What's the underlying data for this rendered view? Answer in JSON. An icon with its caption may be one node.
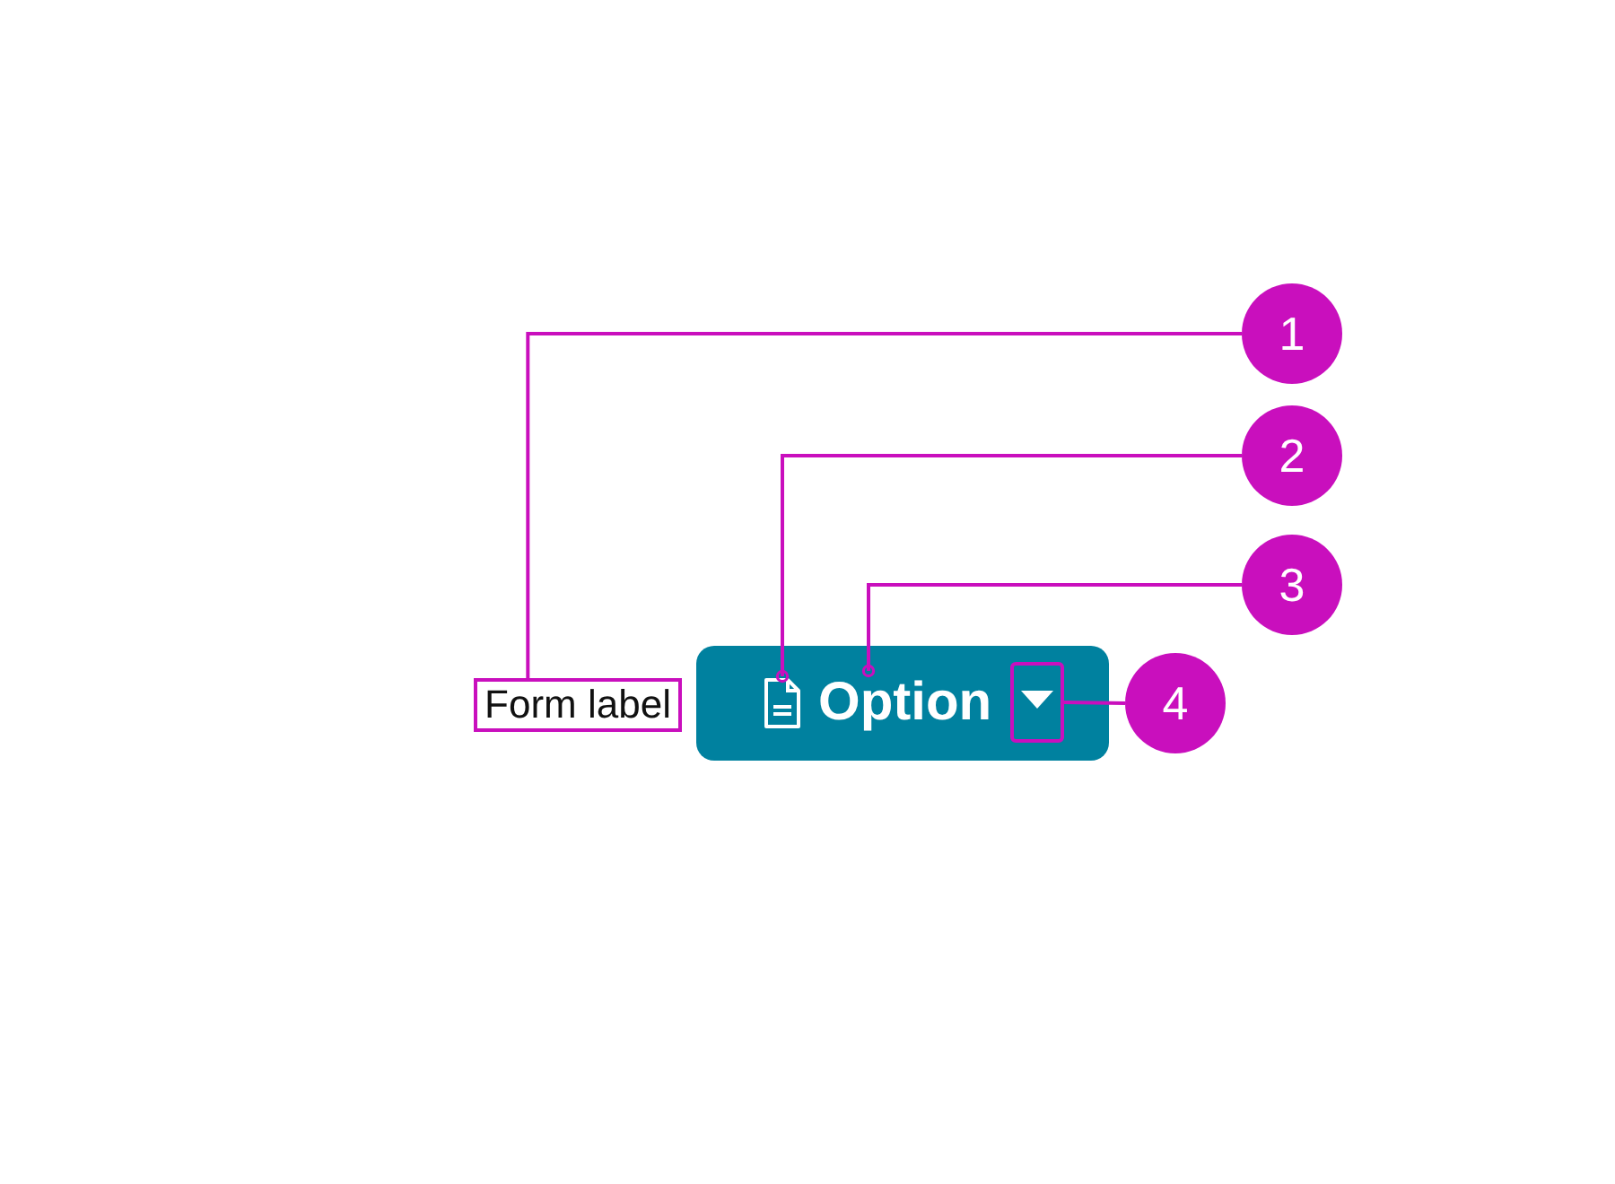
{
  "diagram": {
    "nodes": [
      {
        "text": [
          "1"
        ]
      },
      {
        "text": [
          "2"
        ]
      },
      {
        "text": [
          "3"
        ]
      },
      {
        "text": [
          "4"
        ]
      },
      {
        "text": [
          "Form label"
        ]
      },
      {
        "text": [],
        "shape": "box"
      },
      {
        "text": [],
        "shape": "picture",
        "in": 5
      },
      {
        "text": [
          "Option"
        ],
        "in": 5
      },
      {
        "text": [],
        "shape": "picture",
        "in": 5
      }
    ],
    "edges": [
      {
        "from": 0,
        "to": 4,
        "arrow": "none"
      },
      {
        "from": 1,
        "to": 6,
        "arrow": "other"
      },
      {
        "from": 2,
        "to": 7,
        "arrow": "other"
      },
      {
        "from": 3,
        "to": 8,
        "arrow": "none"
      }
    ]
  }
}
